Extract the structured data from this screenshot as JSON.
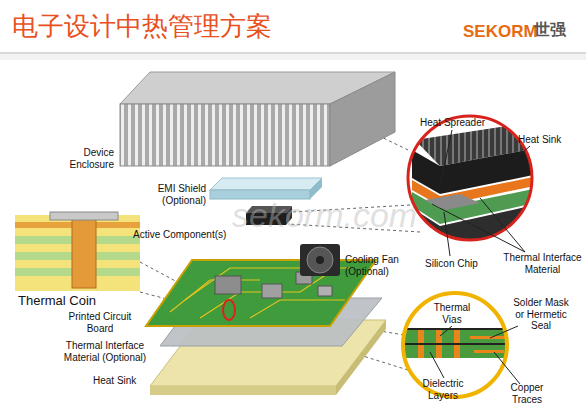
{
  "diagram": {
    "title": "电子设计中热管理方案",
    "labels": [
      "SEKORM",
      "世强",
      "sekorm.com",
      "Device Enclosure",
      "EMI Shield (Optional)",
      "Active Component(s)",
      "Cooling Fan (Optional)",
      "Thermal Coin",
      "Printed Circuit Board",
      "Thermal Interface Material (Optional)",
      "Heat Sink",
      "Heat Spreader",
      "Heat Sink",
      "Silicon Chip",
      "Thermal Interface Material",
      "Thermal Vias",
      "Solder Mask or Hermetic Seal",
      "Dielectric Layers",
      "Copper Traces"
    ]
  }
}
